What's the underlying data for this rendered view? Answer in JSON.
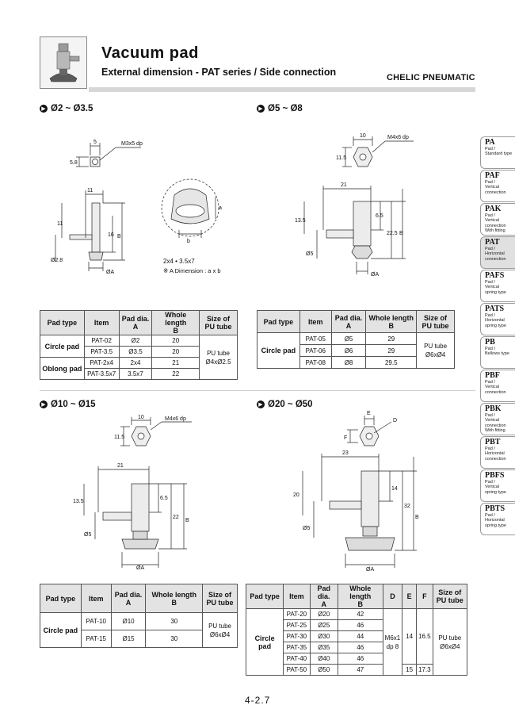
{
  "header": {
    "title": "Vacuum pad",
    "subtitle": "External dimension - PAT series / Side connection",
    "brand": "CHELIC PNEUMATIC"
  },
  "sections": {
    "s1": {
      "heading": "Ø2 ~ Ø3.5"
    },
    "s2": {
      "heading": "Ø5 ~ Ø8"
    },
    "s3": {
      "heading": "Ø10 ~ Ø15"
    },
    "s4": {
      "heading": "Ø20 ~ Ø50"
    }
  },
  "drawing1": {
    "top_w": "5",
    "top_h": "5.8",
    "thread": "M3x5 dp",
    "w": "11",
    "h1": "11",
    "h2": "16",
    "B": "B",
    "d": "Ø2.8",
    "A": "ØA",
    "oblong_b": "b",
    "oblong_a": "a",
    "note1": "2x4 • 3.5x7",
    "note2": "※ A  Dimension : a x b"
  },
  "drawing2": {
    "top_w": "10",
    "top_h": "11.5",
    "thread": "M4x6 dp",
    "w": "21",
    "h1": "13.5",
    "h2": "6.5",
    "h3": "22.5",
    "B": "B",
    "d": "Ø5",
    "A": "ØA"
  },
  "drawing3": {
    "top_w": "10",
    "top_h": "11.5",
    "thread": "M4x6 dp",
    "w": "21",
    "h1": "13.5",
    "h2": "6.5",
    "h3": "22",
    "B": "B",
    "d": "Ø5",
    "A": "ØA"
  },
  "drawing4": {
    "E": "E",
    "F": "F",
    "D": "D",
    "w": "23",
    "h1": "20",
    "h2": "14",
    "h3": "32",
    "B": "B",
    "d": "Ø5",
    "A": "ØA"
  },
  "table1": {
    "headers": [
      "Pad type",
      "Item",
      "Pad dia.\nA",
      "Whole length\nB",
      "Size of\nPU tube"
    ],
    "cat1": "Circle pad",
    "cat2": "Oblong pad",
    "rows": [
      [
        "PAT-02",
        "Ø2",
        "20"
      ],
      [
        "PAT-3.5",
        "Ø3.5",
        "20"
      ],
      [
        "PAT-2x4",
        "2x4",
        "21"
      ],
      [
        "PAT-3.5x7",
        "3.5x7",
        "22"
      ]
    ],
    "tube": "PU tube\nØ4xØ2.5"
  },
  "table2": {
    "headers": [
      "Pad type",
      "Item",
      "Pad dia.\nA",
      "Whole length\nB",
      "Size of\nPU tube"
    ],
    "cat": "Circle pad",
    "rows": [
      [
        "PAT-05",
        "Ø5",
        "29"
      ],
      [
        "PAT-06",
        "Ø6",
        "29"
      ],
      [
        "PAT-08",
        "Ø8",
        "29.5"
      ]
    ],
    "tube": "PU tube\nØ6xØ4"
  },
  "table3": {
    "headers": [
      "Pad type",
      "Item",
      "Pad dia.\nA",
      "Whole length\nB",
      "Size of\nPU tube"
    ],
    "cat": "Circle pad",
    "rows": [
      [
        "PAT-10",
        "Ø10",
        "30"
      ],
      [
        "PAT-15",
        "Ø15",
        "30"
      ]
    ],
    "tube": "PU tube\nØ6xØ4"
  },
  "table4": {
    "headers": [
      "Pad type",
      "Item",
      "Pad dia.\nA",
      "Whole length\nB",
      "D",
      "E",
      "F",
      "Size of\nPU tube"
    ],
    "cat": "Circle pad",
    "rows": [
      [
        "PAT-20",
        "Ø20",
        "42"
      ],
      [
        "PAT-25",
        "Ø25",
        "46"
      ],
      [
        "PAT-30",
        "Ø30",
        "44"
      ],
      [
        "PAT-35",
        "Ø35",
        "46"
      ],
      [
        "PAT-40",
        "Ø40",
        "46"
      ],
      [
        "PAT-50",
        "Ø50",
        "47"
      ]
    ],
    "D": "M6x1\ndp 8",
    "E1": "14",
    "F1": "16.5",
    "E2": "15",
    "F2": "17.3",
    "tube": "PU tube\nØ6xØ4"
  },
  "side_tabs": [
    {
      "code": "PA",
      "desc": "Pad /\nStandard type"
    },
    {
      "code": "PAF",
      "desc": "Pad /\nVertical\nconnection"
    },
    {
      "code": "PAK",
      "desc": "Pad /\nVertical connection\nWith fitting"
    },
    {
      "code": "PAT",
      "desc": "Pad /\nHorizontal\nconnection"
    },
    {
      "code": "PAFS",
      "desc": "Pad /\nVertical\nspring type"
    },
    {
      "code": "PATS",
      "desc": "Pad /\nHorizontal\nspring type"
    },
    {
      "code": "PB",
      "desc": "Pad /\nBellows type"
    },
    {
      "code": "PBF",
      "desc": "Pad /\nVertical\nconnection"
    },
    {
      "code": "PBK",
      "desc": "Pad /\nVertical connection\nWith fitting"
    },
    {
      "code": "PBT",
      "desc": "Pad /\nHorizontal\nconnection"
    },
    {
      "code": "PBFS",
      "desc": "Pad /\nVertical\nspring type"
    },
    {
      "code": "PBTS",
      "desc": "Pad /\nHorizontal\nspring type"
    }
  ],
  "active_tab": "PAT",
  "page_number": "4-2.7"
}
